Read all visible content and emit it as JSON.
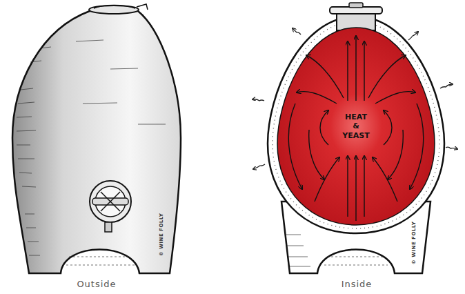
{
  "diagram": {
    "nodes": [
      {
        "text": [
          "HEAT & YEAST"
        ]
      }
    ],
    "labels": [
      "Outside",
      "Inside",
      "© WINE FOLLY",
      "© WINE FOLLY"
    ]
  }
}
